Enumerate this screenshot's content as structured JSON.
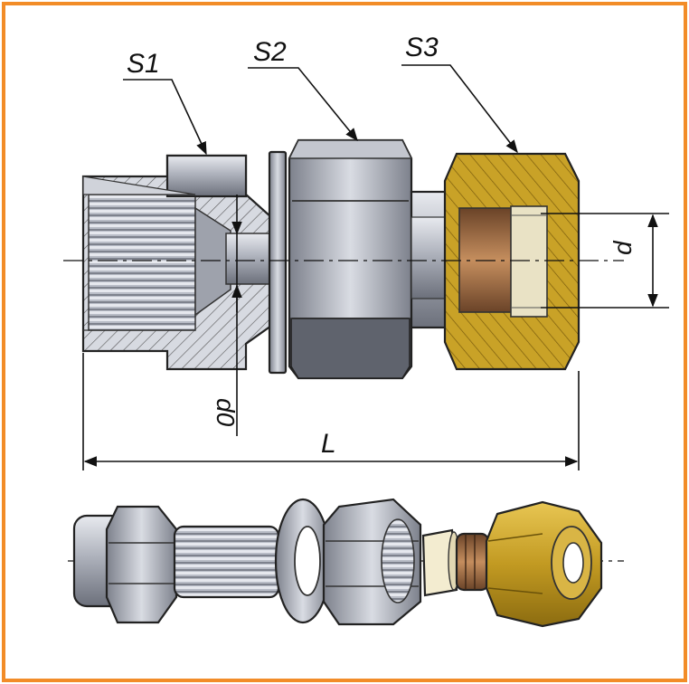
{
  "labels": {
    "s1": "S1",
    "s2": "S2",
    "s3": "S3",
    "d": "d",
    "d0": "d0",
    "L": "L"
  },
  "colors": {
    "frame": "#f28c28",
    "steel_light": "#c9ccd4",
    "steel_mid": "#9a9eaa",
    "steel_dark": "#6e727d",
    "brass": "#c9a227",
    "brass_dark": "#8a6d12",
    "bronze": "#b07a4e",
    "ivory": "#f3ecd0"
  }
}
